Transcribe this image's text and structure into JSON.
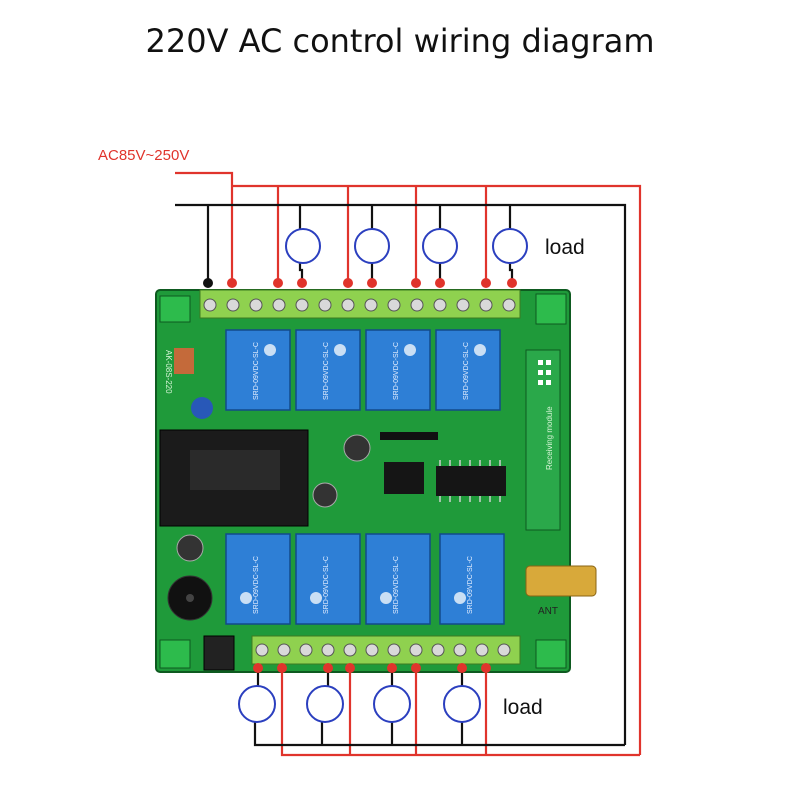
{
  "title": "220V AC control wiring diagram",
  "supply_label": "AC85V~250V",
  "load_top_label": "load",
  "load_bottom_label": "load",
  "board": {
    "model_text": "AK-08S-220",
    "module_text": "Receiving module",
    "antenna_text": "ANT",
    "relay_text": "SRD-09VDC-SL-C"
  },
  "colors": {
    "live_wire": "#e0342c",
    "neutral_wire": "#111111",
    "pcb": "#1f9a3a",
    "relay": "#2e7fd6",
    "terminal": "#8fd14f"
  }
}
